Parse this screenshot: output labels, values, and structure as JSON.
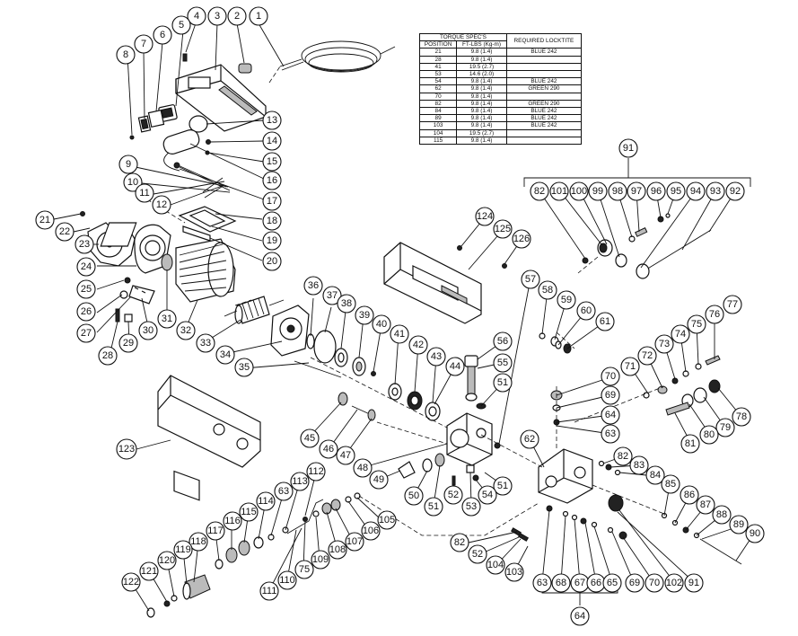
{
  "torque_table": {
    "title": "TORQUE SPEC'S",
    "headers": {
      "position": "POSITION",
      "ft_lbs": "FT-LBS (Kg-m)",
      "locktite": "REQUIRED LOCKTITE"
    },
    "rows": [
      {
        "position": "21",
        "ft_lbs": "9.8  (1.4)",
        "locktite": "BLUE 242"
      },
      {
        "position": "28",
        "ft_lbs": "9.8  (1.4)",
        "locktite": ""
      },
      {
        "position": "41",
        "ft_lbs": "19.5  (2.7)",
        "locktite": ""
      },
      {
        "position": "53",
        "ft_lbs": "14.6  (2.0)",
        "locktite": ""
      },
      {
        "position": "54",
        "ft_lbs": "9.8  (1.4)",
        "locktite": "BLUE 242"
      },
      {
        "position": "62",
        "ft_lbs": "9.8  (1.4)",
        "locktite": "GREEN 290"
      },
      {
        "position": "70",
        "ft_lbs": "9.8  (1.4)",
        "locktite": ""
      },
      {
        "position": "82",
        "ft_lbs": "9.8  (1.4)",
        "locktite": "GREEN 290"
      },
      {
        "position": "84",
        "ft_lbs": "9.8  (1.4)",
        "locktite": "BLUE 242"
      },
      {
        "position": "89",
        "ft_lbs": "9.8  (1.4)",
        "locktite": "BLUE 242"
      },
      {
        "position": "103",
        "ft_lbs": "9.8  (1.4)",
        "locktite": "BLUE 242"
      },
      {
        "position": "104",
        "ft_lbs": "19.5  (2.7)",
        "locktite": ""
      },
      {
        "position": "115",
        "ft_lbs": "9.8  (1.4)",
        "locktite": ""
      }
    ]
  },
  "callouts": {
    "c1": "1",
    "c2": "2",
    "c3": "3",
    "c4": "4",
    "c5": "5",
    "c6": "6",
    "c7": "7",
    "c8": "8",
    "c9": "9",
    "c10": "10",
    "c11": "11",
    "c12": "12",
    "c13": "13",
    "c14": "14",
    "c15": "15",
    "c16": "16",
    "c17": "17",
    "c18": "18",
    "c19": "19",
    "c20": "20",
    "c21": "21",
    "c22": "22",
    "c23": "23",
    "c24": "24",
    "c25": "25",
    "c26": "26",
    "c27": "27",
    "c28": "28",
    "c29": "29",
    "c30": "30",
    "c31": "31",
    "c32": "32",
    "c33": "33",
    "c34": "34",
    "c35": "35",
    "c36": "36",
    "c37": "37",
    "c38": "38",
    "c39": "39",
    "c40": "40",
    "c41": "41",
    "c42": "42",
    "c43": "43",
    "c44": "44",
    "c45": "45",
    "c46": "46",
    "c47": "47",
    "c48": "48",
    "c49": "49",
    "c50": "50",
    "c51a": "51",
    "c51b": "51",
    "c51c": "51",
    "c52a": "52",
    "c52b": "52",
    "c53": "53",
    "c54": "54",
    "c55": "55",
    "c56": "56",
    "c57": "57",
    "c58": "58",
    "c59": "59",
    "c60": "60",
    "c61": "61",
    "c62": "62",
    "c63a": "63",
    "c63b": "63",
    "c63c": "63",
    "c64a": "64",
    "c64b": "64",
    "c65": "65",
    "c66": "66",
    "c67": "67",
    "c68": "68",
    "c69a": "69",
    "c69b": "69",
    "c70a": "70",
    "c70b": "70",
    "c71": "71",
    "c72": "72",
    "c73": "73",
    "c74": "74",
    "c75a": "75",
    "c75b": "75",
    "c76": "76",
    "c77": "77",
    "c78": "78",
    "c79": "79",
    "c80": "80",
    "c81": "81",
    "c82a": "82",
    "c82b": "82",
    "c82c": "82",
    "c83": "83",
    "c84": "84",
    "c85": "85",
    "c86": "86",
    "c87": "87",
    "c88": "88",
    "c89": "89",
    "c90": "90",
    "c91a": "91",
    "c91b": "91",
    "c92": "92",
    "c93": "93",
    "c94": "94",
    "c95": "95",
    "c96": "96",
    "c97": "97",
    "c98": "98",
    "c99": "99",
    "c100": "100",
    "c101": "101",
    "c102": "102",
    "c103": "103",
    "c104": "104",
    "c105": "105",
    "c106": "106",
    "c107": "107",
    "c108": "108",
    "c109": "109",
    "c110": "110",
    "c111": "111",
    "c112": "112",
    "c113": "113",
    "c114": "114",
    "c115": "115",
    "c116": "116",
    "c117": "117",
    "c118": "118",
    "c119": "119",
    "c120": "120",
    "c121": "121",
    "c122": "122",
    "c123": "123",
    "c124": "124",
    "c125": "125",
    "c126": "126"
  }
}
